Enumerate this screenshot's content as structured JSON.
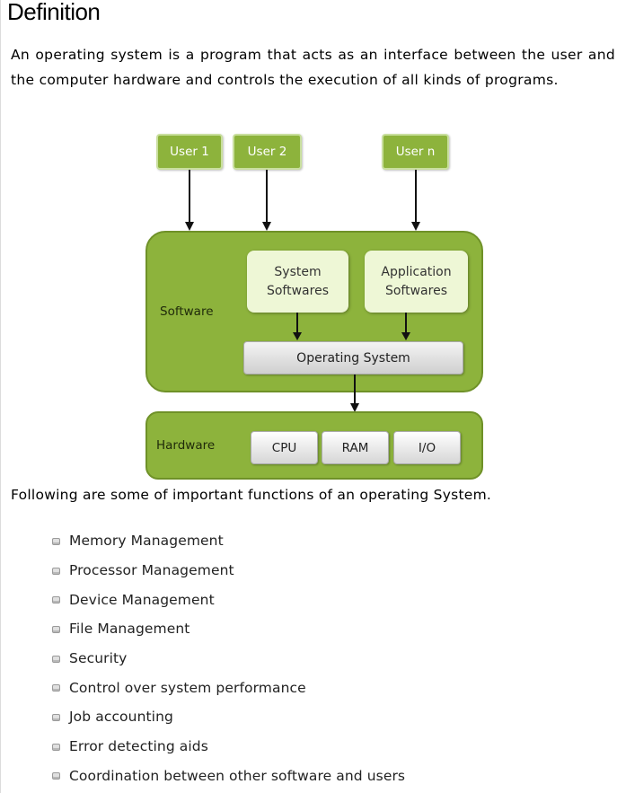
{
  "heading": "Definition",
  "intro": "An operating system is a program that acts as an interface between the user and the computer hardware and controls the execution of all kinds of programs.",
  "diagram": {
    "users": [
      "User 1",
      "User 2",
      "User n"
    ],
    "software_label": "Software",
    "system_softwares": "System Softwares",
    "application_softwares": "Application Softwares",
    "operating_system": "Operating System",
    "hardware_label": "Hardware",
    "hardware_items": [
      "CPU",
      "RAM",
      "I/O"
    ],
    "colors": {
      "green": "#8db33c",
      "light_green": "#eef7d6",
      "gray": "#d6d6d6"
    }
  },
  "subheading": "Following are some of important functions of an operating System.",
  "functions": [
    "Memory Management",
    "Processor Management",
    "Device Management",
    "File Management",
    "Security",
    "Control over system performance",
    "Job accounting",
    "Error detecting aids",
    "Coordination between other software and users"
  ]
}
